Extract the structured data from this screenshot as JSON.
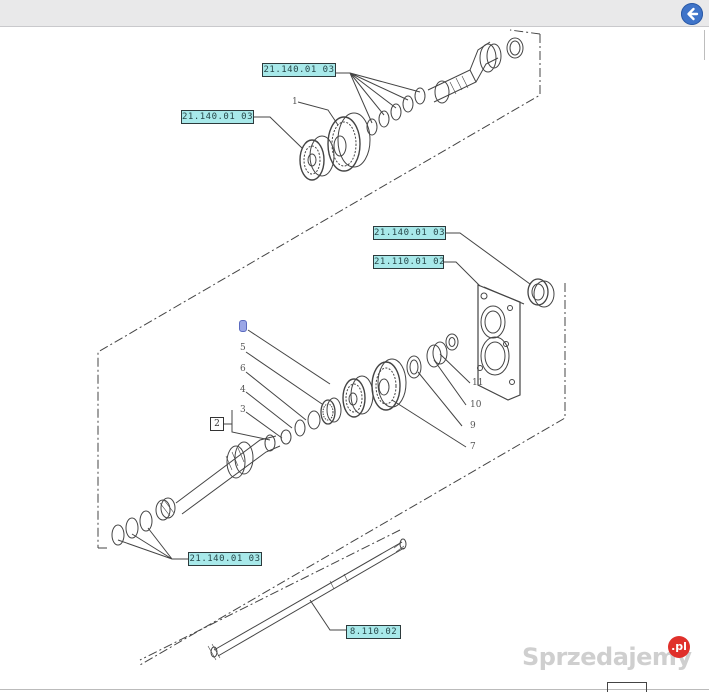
{
  "toolbar": {
    "back_icon": "arrow-left-icon",
    "accent": "#3f74c9"
  },
  "callouts": {
    "top_group": "21.140.01 03",
    "top_gear": "21.140.01 03",
    "right_bearing": "21.140.01 03",
    "housing": "21.110.01 02",
    "lower_left": "21.140.01 03",
    "shaft": "8.110.02"
  },
  "part_numbers": {
    "n1": "1",
    "n2": "2",
    "n3": "3",
    "n4": "4",
    "n5": "5",
    "n6": "6",
    "n7": "7",
    "n9": "9",
    "n10": "10",
    "n11": "11"
  },
  "watermark": {
    "text": "Sprzedajemy",
    "badge": ".pl"
  },
  "colors": {
    "callout_fill": "#a8e9ea",
    "line": "#333333"
  }
}
